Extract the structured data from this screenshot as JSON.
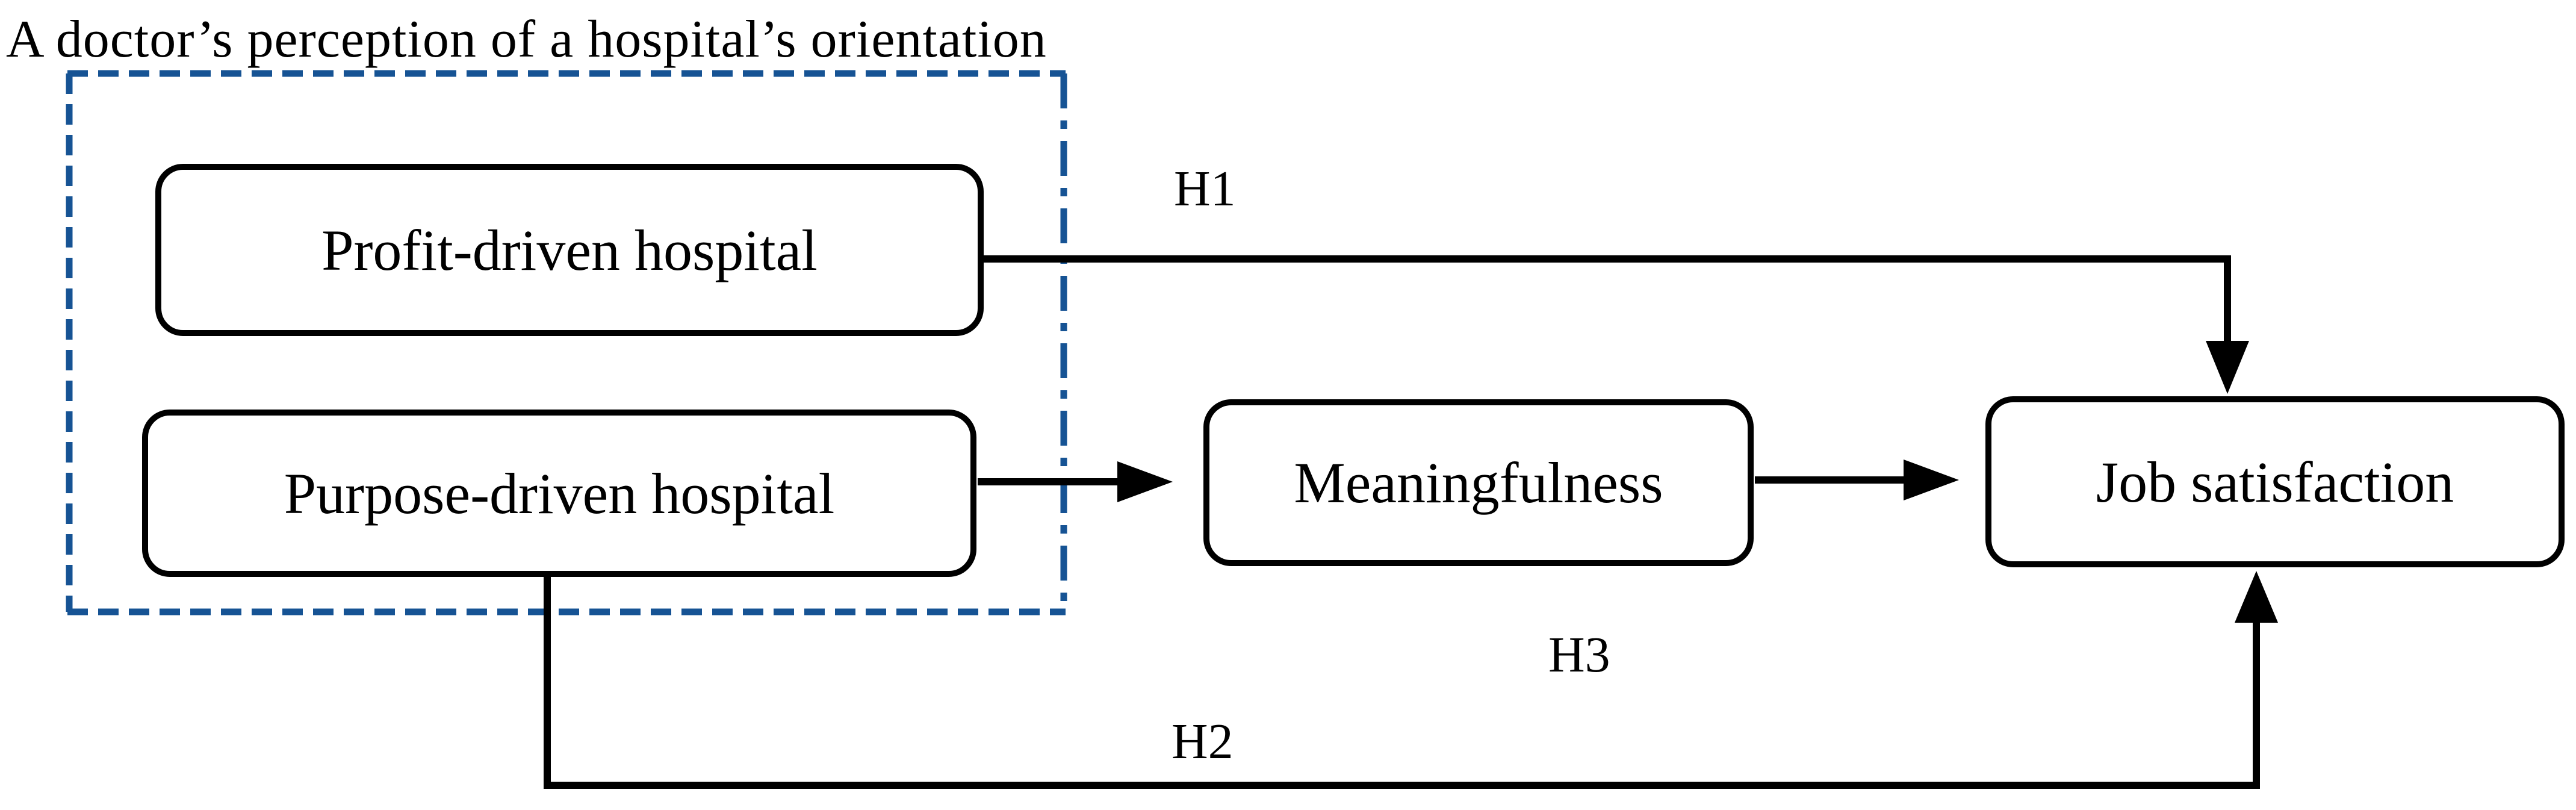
{
  "title": "A doctor’s perception of a hospital’s orientation",
  "nodes": {
    "profit": {
      "label": "Profit-driven hospital"
    },
    "purpose": {
      "label": "Purpose-driven hospital"
    },
    "meaningfulness": {
      "label": "Meaningfulness"
    },
    "job_satisfaction": {
      "label": "Job satisfaction"
    }
  },
  "hypotheses": {
    "h1": "H1",
    "h2": "H2",
    "h3": "H3"
  },
  "colors": {
    "background": "#ffffff",
    "line": "#000000",
    "text": "#000000",
    "dashed-border": "#165394"
  }
}
